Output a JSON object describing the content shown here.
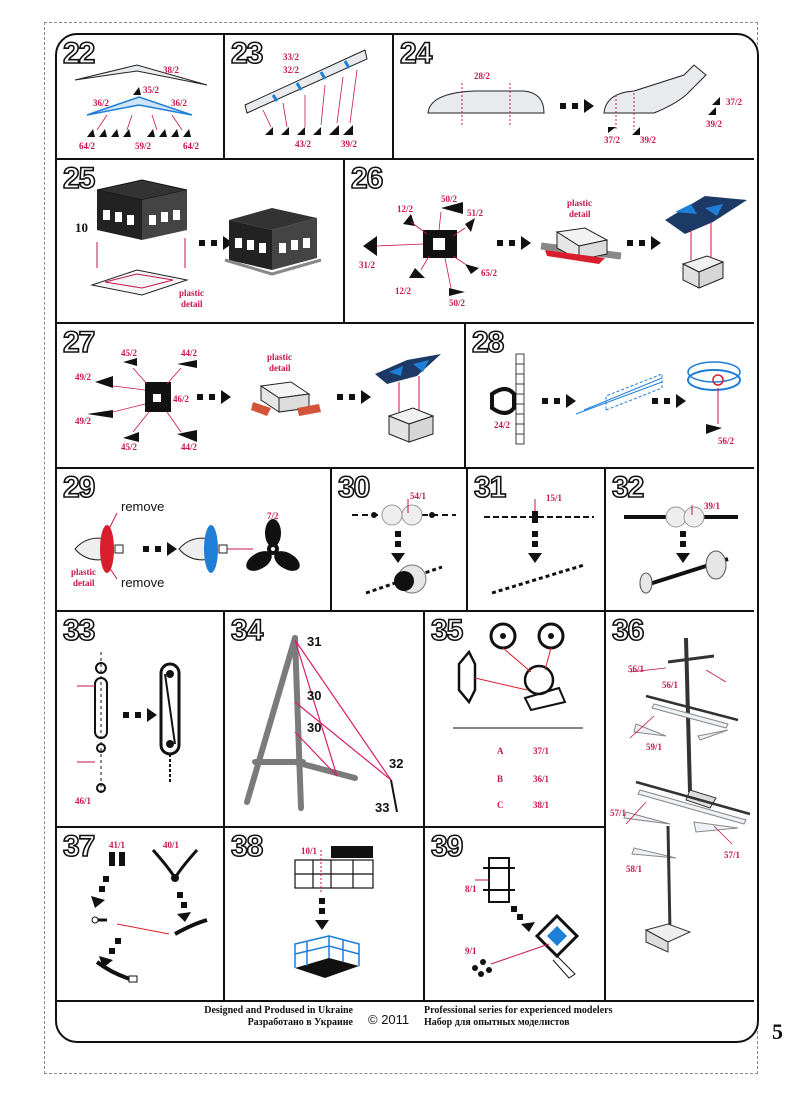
{
  "steps": [
    {
      "num": "22",
      "labels": [
        "38/2",
        "35/2",
        "36/2",
        "36/2",
        "64/2",
        "59/2",
        "64/2"
      ]
    },
    {
      "num": "23",
      "labels": [
        "33/2",
        "32/2",
        "43/2",
        "39/2"
      ]
    },
    {
      "num": "24",
      "labels": [
        "28/2",
        "37/2",
        "37/2",
        "39/2",
        "39/2"
      ]
    },
    {
      "num": "25",
      "labels": [
        "10",
        "plastic",
        "detail"
      ]
    },
    {
      "num": "26",
      "labels": [
        "50/2",
        "12/2",
        "51/2",
        "31/2",
        "65/2",
        "12/2",
        "50/2",
        "plastic",
        "detail"
      ]
    },
    {
      "num": "27",
      "labels": [
        "45/2",
        "44/2",
        "49/2",
        "46/2",
        "49/2",
        "45/2",
        "44/2",
        "plastic",
        "detail"
      ]
    },
    {
      "num": "28",
      "labels": [
        "24/2",
        "56/2"
      ]
    },
    {
      "num": "29",
      "labels": [
        "remove",
        "remove",
        "plastic",
        "detail",
        "7/2"
      ]
    },
    {
      "num": "30",
      "labels": [
        "54/1"
      ]
    },
    {
      "num": "31",
      "labels": [
        "15/1"
      ]
    },
    {
      "num": "32",
      "labels": [
        "39/1"
      ]
    },
    {
      "num": "33",
      "labels": [
        "46/1"
      ]
    },
    {
      "num": "34",
      "labels": [
        "31",
        "30",
        "30",
        "32",
        "33"
      ]
    },
    {
      "num": "35",
      "labels": [
        "A",
        "37/1",
        "B",
        "36/1",
        "C",
        "38/1"
      ]
    },
    {
      "num": "36",
      "labels": [
        "56/1",
        "56/1",
        "59/1",
        "57/1",
        "57/1",
        "58/1"
      ]
    },
    {
      "num": "37",
      "labels": [
        "41/1",
        "40/1"
      ]
    },
    {
      "num": "38",
      "labels": [
        "10/1"
      ]
    },
    {
      "num": "39",
      "labels": [
        "8/1",
        "9/1"
      ]
    }
  ],
  "footer": {
    "designed_en": "Designed and Prodused in Ukraine",
    "designed_ru": "Разработано в Украине",
    "copyright": "© 2011",
    "series_en": "Professional series for experienced modelers",
    "series_ru": "Набор для опытных моделистов"
  },
  "page_number": "5",
  "colors": {
    "label": "#c8164b",
    "part_blue": "#1f7fd6",
    "part_red": "#d81e2c",
    "line": "#111111"
  }
}
